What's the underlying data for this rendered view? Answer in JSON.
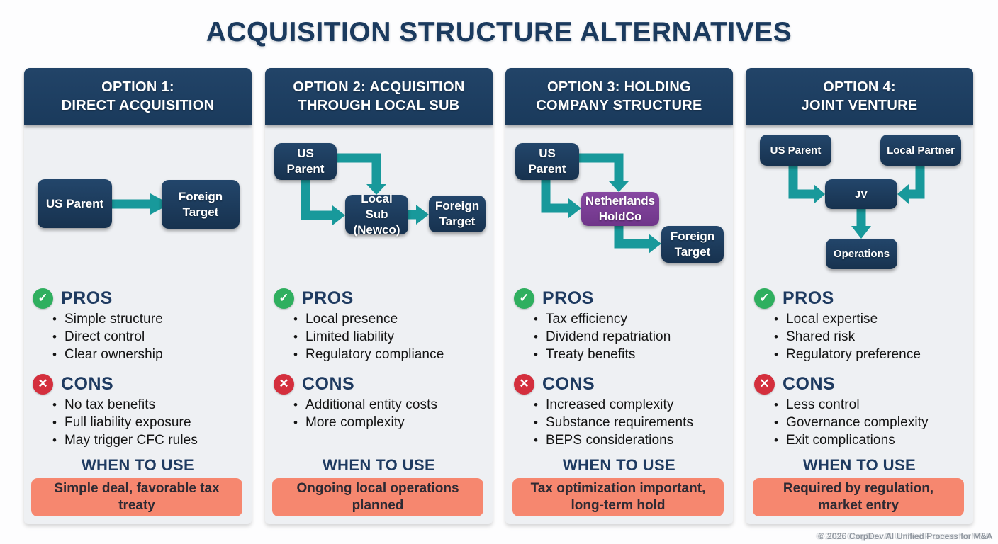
{
  "title": "ACQUISITION STRUCTURE ALTERNATIVES",
  "footer": "© 2026 CorpDev AI Unified Process for M&A",
  "labels": {
    "pros": "PROS",
    "cons": "CONS",
    "when": "WHEN TO USE"
  },
  "icons": {
    "check": "✓",
    "cross": "✕"
  },
  "colors": {
    "navy": "#1c3c5e",
    "teal": "#18999b",
    "purple": "#7c3f98",
    "green": "#2faf5f",
    "red": "#d42f3d",
    "salmon": "#f6876f",
    "column_bg": "#eef0f3"
  },
  "options": [
    {
      "header_line1": "OPTION 1:",
      "header_line2": "DIRECT ACQUISITION",
      "nodes": {
        "a": "US Parent",
        "b": "Foreign Target"
      },
      "pros": [
        "Simple structure",
        "Direct control",
        "Clear ownership"
      ],
      "cons": [
        "No tax benefits",
        "Full liability exposure",
        "May trigger CFC rules"
      ],
      "when": "Simple deal, favorable tax treaty"
    },
    {
      "header_line1": "OPTION 2: ACQUISITION",
      "header_line2": "THROUGH LOCAL SUB",
      "nodes": {
        "a": "US Parent",
        "b": "Local Sub (Newco)",
        "c": "Foreign Target"
      },
      "pros": [
        "Local presence",
        "Limited liability",
        "Regulatory compliance"
      ],
      "cons": [
        "Additional entity costs",
        "More complexity"
      ],
      "when": "Ongoing local operations planned"
    },
    {
      "header_line1": "OPTION 3: HOLDING",
      "header_line2": "COMPANY STRUCTURE",
      "nodes": {
        "a": "US Parent",
        "b": "Netherlands HoldCo",
        "c": "Foreign Target"
      },
      "pros": [
        "Tax efficiency",
        "Dividend repatriation",
        "Treaty benefits"
      ],
      "cons": [
        "Increased complexity",
        "Substance requirements",
        "BEPS considerations"
      ],
      "when": "Tax optimization important, long-term hold"
    },
    {
      "header_line1": "OPTION 4:",
      "header_line2": "JOINT VENTURE",
      "nodes": {
        "a": "US Parent",
        "b": "Local Partner",
        "c": "JV",
        "d": "Operations"
      },
      "pros": [
        "Local expertise",
        "Shared risk",
        "Regulatory preference"
      ],
      "cons": [
        "Less control",
        "Governance complexity",
        "Exit complications"
      ],
      "when": "Required by regulation, market entry"
    }
  ]
}
